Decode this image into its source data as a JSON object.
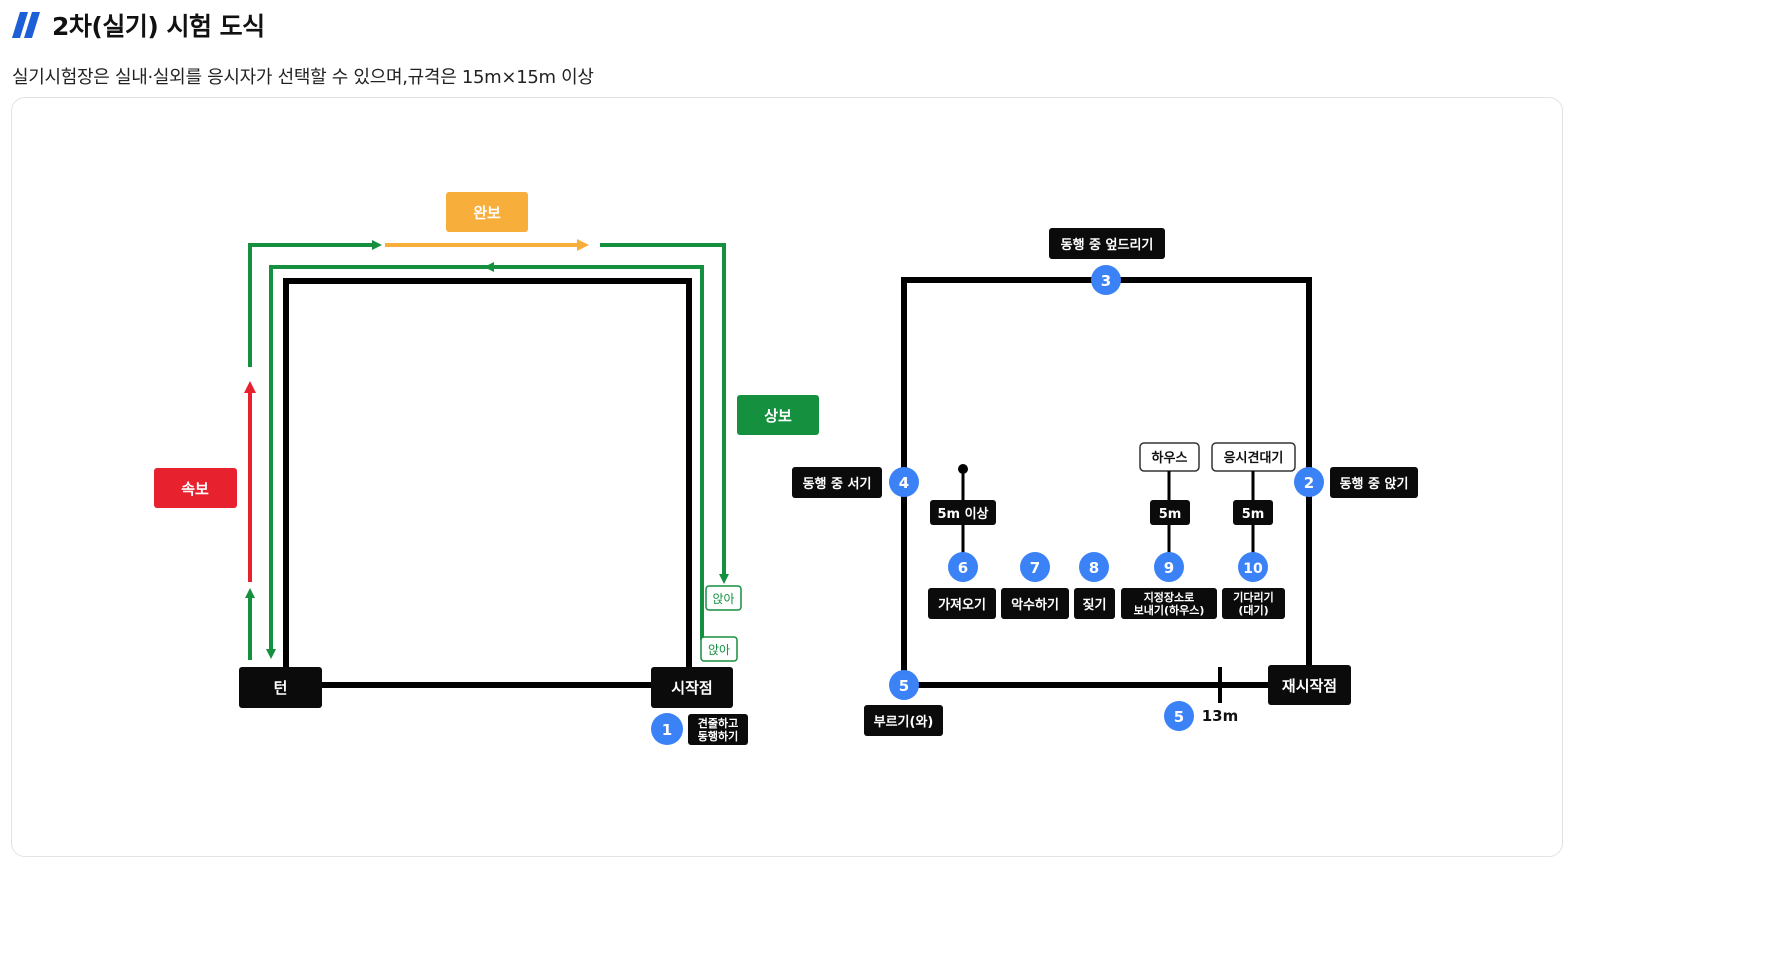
{
  "header": {
    "title": "2차(실기) 시험 도식",
    "subtitle": "실기시험장은 실내·실외를 응시자가 선택할 수 있으며,규격은 15m×15m 이상"
  },
  "colors": {
    "accent_blue": "#1d5fd6",
    "path_green": "#15903f",
    "path_orange": "#f8ae3a",
    "path_red": "#e8212f",
    "marker_blue": "#3b82f6",
    "box_black": "#0b0b0b"
  },
  "left_diagram": {
    "labels": {
      "wanbo": "완보",
      "sangbo": "상보",
      "sokbo": "속보",
      "turn": "턴",
      "start": "시작점",
      "sit_top": "앉아",
      "sit_bottom": "앉아",
      "step1_number": "1",
      "step1_text_line1": "견줄하고",
      "step1_text_line2": "동행하기"
    }
  },
  "right_diagram": {
    "steps": {
      "s2_number": "2",
      "s2_label": "동행 중 앉기",
      "s3_number": "3",
      "s3_label": "동행 중 엎드리기",
      "s4_number": "4",
      "s4_label": "동행 중 서기",
      "s5_number": "5",
      "s5_label": "부르기(와)",
      "s5b_number": "5",
      "s5b_distance": "13m",
      "s6_number": "6",
      "s6_label": "가져오기",
      "s6_distance": "5m 이상",
      "s7_number": "7",
      "s7_label": "악수하기",
      "s8_number": "8",
      "s8_label": "짖기",
      "s9_number": "9",
      "s9_label_line1": "지정장소로",
      "s9_label_line2": "보내기(하우스)",
      "s9_distance": "5m",
      "s9_top": "하우스",
      "s10_number": "10",
      "s10_label_line1": "기다리기",
      "s10_label_line2": "(대기)",
      "s10_distance": "5m",
      "s10_top": "응시견대기",
      "restart": "재시작점"
    }
  }
}
